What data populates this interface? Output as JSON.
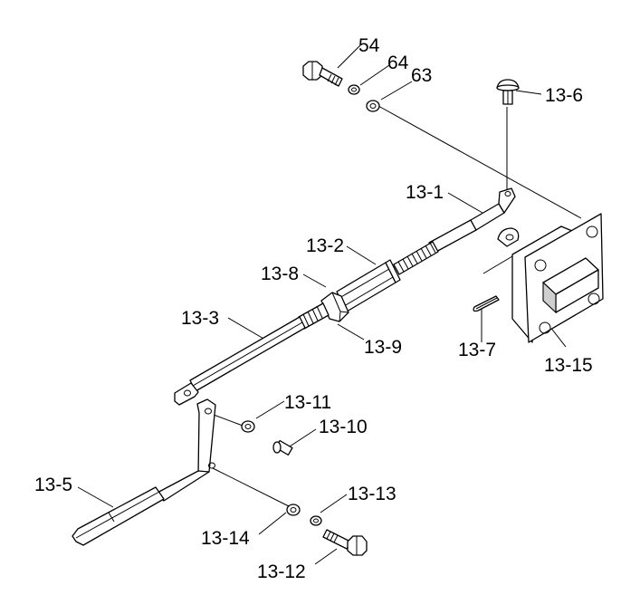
{
  "labels": {
    "p54": "54",
    "p64": "64",
    "p63": "63",
    "p13_6": "13-6",
    "p13_1": "13-1",
    "p13_2": "13-2",
    "p13_8": "13-8",
    "p13_3": "13-3",
    "p13_9": "13-9",
    "p13_7": "13-7",
    "p13_15": "13-15",
    "p13_11": "13-11",
    "p13_10": "13-10",
    "p13_5": "13-5",
    "p13_13": "13-13",
    "p13_14": "13-14",
    "p13_12": "13-12"
  }
}
